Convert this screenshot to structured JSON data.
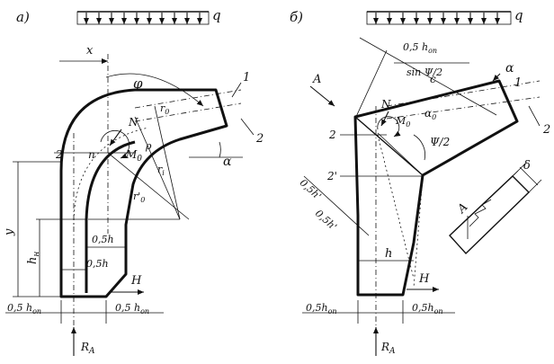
{
  "panel_a": {
    "label": "а)",
    "load": "q",
    "dim_x": "x",
    "angle_phi": "φ",
    "force_N": "N",
    "moment_M": "M",
    "moment_sub": "0",
    "label_n": "n",
    "line_2": "2",
    "line_1": "1",
    "line_2b": "2",
    "angle_alpha": "α",
    "dim_y": "y",
    "dim_hH": "h",
    "dim_hH_sub": "н",
    "dim_05h_upper": "0,5h",
    "dim_05h_lower": "0,5h",
    "dim_05hon_left": "0,5 h",
    "dim_05hon_left_sub": "оп",
    "dim_05hon_right": "0,5 h",
    "dim_05hon_right_sub": "оп",
    "force_H": "H",
    "force_RA": "R",
    "force_RA_sub": "A",
    "radius_r0": "r",
    "radius_r0_sub": "0",
    "radius_ri": "r",
    "radius_ri_sub": "i",
    "radius_r_prime": "r'",
    "radius_r_prime_sub": "0",
    "radius_rho": "ρ"
  },
  "panel_b": {
    "label": "б)",
    "load": "q",
    "view_A": "A",
    "dim_formula_num": "0,5 h",
    "dim_formula_num_sub": "оп",
    "dim_formula_den": "sin Ψ/2",
    "point_c": "c",
    "force_N": "N",
    "moment_M": "M",
    "moment_sub": "0",
    "angle_alpha": "α",
    "angle_alpha0": "α",
    "angle_alpha0_sub": "0",
    "angle_psi2": "Ψ/2",
    "line_1": "1",
    "line_2_right": "2",
    "line_2_left": "2",
    "line_2_prime": "2'",
    "dim_05h_prime_1": "0,5h'",
    "dim_05h_prime_2": "0,5h'",
    "dim_h": "h",
    "force_H": "H",
    "dim_05hon_left": "0,5h",
    "dim_05hon_left_sub": "оп",
    "dim_05hon_right": "0,5h",
    "dim_05hon_right_sub": "оп",
    "force_RA": "R",
    "force_RA_sub": "A",
    "section_A": "A",
    "dim_delta": "δ"
  }
}
